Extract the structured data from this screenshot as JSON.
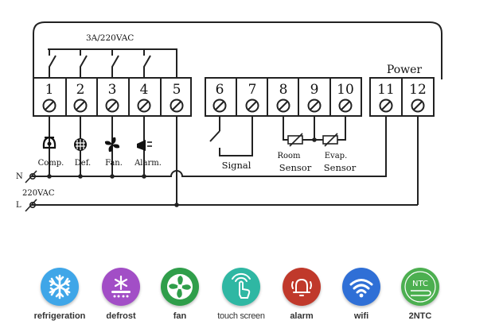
{
  "rating_label": "3A/220VAC",
  "power_label": "Power",
  "terminals": [
    "1",
    "2",
    "3",
    "4",
    "5",
    "6",
    "7",
    "8",
    "9",
    "10",
    "11",
    "12"
  ],
  "load_labels": [
    "Comp.",
    "Def.",
    "Fan.",
    "Alarm."
  ],
  "signal_label": "Signal",
  "room_sensor_label": [
    "Room",
    "Sensor"
  ],
  "evap_sensor_label": [
    "Evap.",
    "Sensor"
  ],
  "line_n_label": "N",
  "line_l_label": "L",
  "supply_label": "220VAC",
  "features": [
    {
      "label": "refrigeration",
      "color": "#3fa6e8",
      "icon": "snowflake-icon"
    },
    {
      "label": "defrost",
      "color": "#a24ec6",
      "icon": "defrost-icon"
    },
    {
      "label": "fan",
      "color": "#2f9e4a",
      "icon": "fan-icon"
    },
    {
      "label": "touch screen",
      "color": "#2fb7a3",
      "icon": "touch-icon"
    },
    {
      "label": "alarm",
      "color": "#c0392b",
      "icon": "bell-icon"
    },
    {
      "label": "wifi",
      "color": "#2f6fd6",
      "icon": "wifi-icon"
    },
    {
      "label": "2NTC",
      "color": "#4caf50",
      "icon": "ntc-icon"
    }
  ]
}
